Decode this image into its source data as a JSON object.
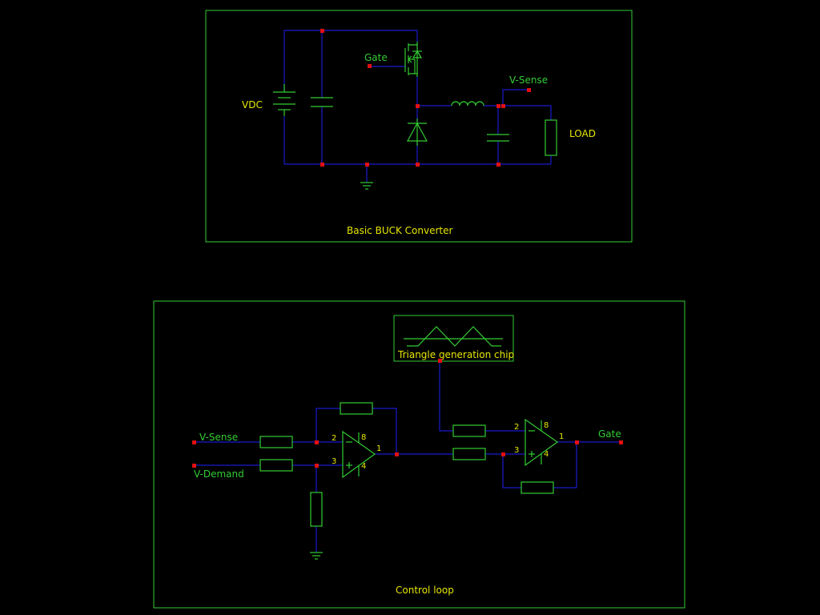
{
  "buck": {
    "title": "Basic BUCK Converter",
    "vdc_label": "VDC",
    "gate_label": "Gate",
    "vsense_label": "V-Sense",
    "load_label": "LOAD"
  },
  "control": {
    "title": "Control loop",
    "vsense_label": "V-Sense",
    "vdemand_label": "V-Demand",
    "gate_label": "Gate",
    "triangle_chip_label": "Triangle generation chip",
    "opamp1": {
      "pin_inv": "2",
      "pin_noninv": "3",
      "pin_out": "1",
      "pin_v_plus": "8",
      "pin_v_minus": "4"
    },
    "opamp2": {
      "pin_inv": "2",
      "pin_noninv": "3",
      "pin_out": "1",
      "pin_v_plus": "8",
      "pin_v_minus": "4"
    }
  },
  "colors": {
    "background": "#000000",
    "frame": "#33cc33",
    "wire": "#1a1acc",
    "component": "#33cc33",
    "node": "#e01010",
    "label_yellow": "#e6e600"
  }
}
